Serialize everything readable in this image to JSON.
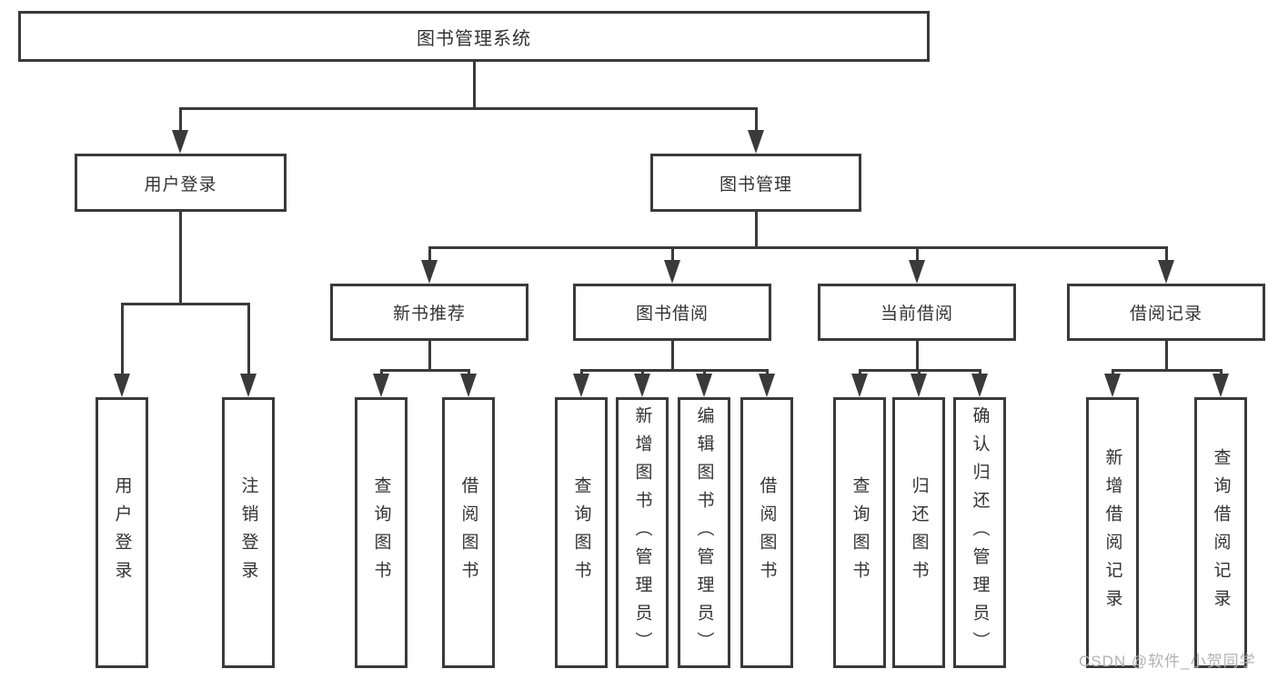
{
  "tree": {
    "root": {
      "label": "图书管理系统"
    },
    "branches": [
      {
        "label": "用户登录",
        "children": [
          "用户登录",
          "注销登录"
        ]
      },
      {
        "label": "图书管理",
        "groups": [
          {
            "label": "新书推荐",
            "children": [
              "查询图书",
              "借阅图书"
            ]
          },
          {
            "label": "图书借阅",
            "children": [
              "查询图书",
              "新增图书（管理员）",
              "编辑图书（管理员）",
              "借阅图书"
            ]
          },
          {
            "label": "当前借阅",
            "children": [
              "查询图书",
              "归还图书",
              "确认归还（管理员）"
            ]
          },
          {
            "label": "借阅记录",
            "children": [
              "新增借阅记录",
              "查询借阅记录"
            ]
          }
        ]
      }
    ]
  },
  "watermark": "CSDN @软件_小贺同学",
  "colors": {
    "line": "#3a3a3a",
    "text": "#333333",
    "watermark": "#b2b2b2",
    "background": "#ffffff"
  }
}
